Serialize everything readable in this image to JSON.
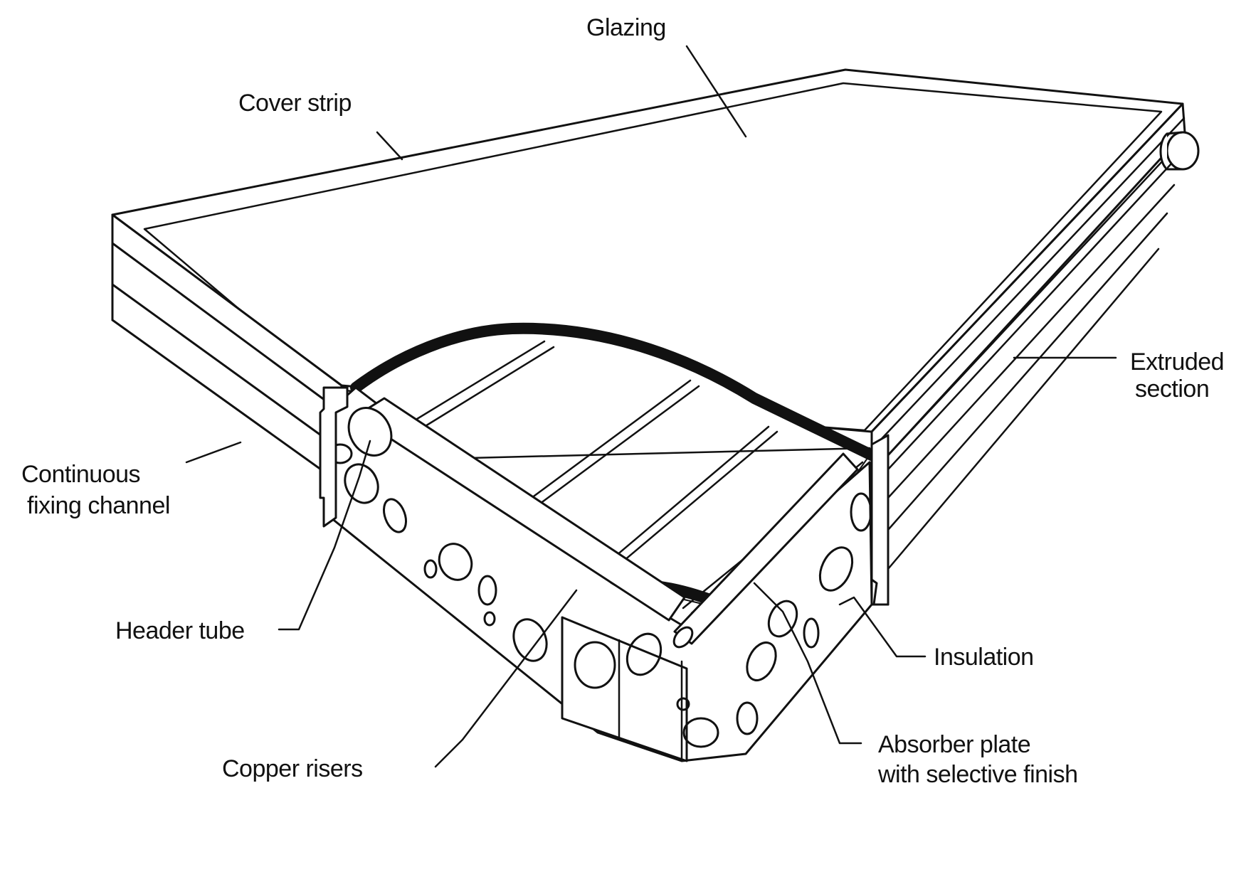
{
  "diagram": {
    "labels": {
      "glazing": "Glazing",
      "cover_strip": "Cover strip",
      "extruded_section_line1": "Extruded",
      "extruded_section_line2": "section",
      "continuous_fixing_channel_line1": "Continuous",
      "continuous_fixing_channel_line2": "fixing channel",
      "header_tube": "Header tube",
      "insulation": "Insulation",
      "absorber_plate_line1": "Absorber plate",
      "absorber_plate_line2": "with selective finish",
      "copper_risers": "Copper risers"
    }
  }
}
